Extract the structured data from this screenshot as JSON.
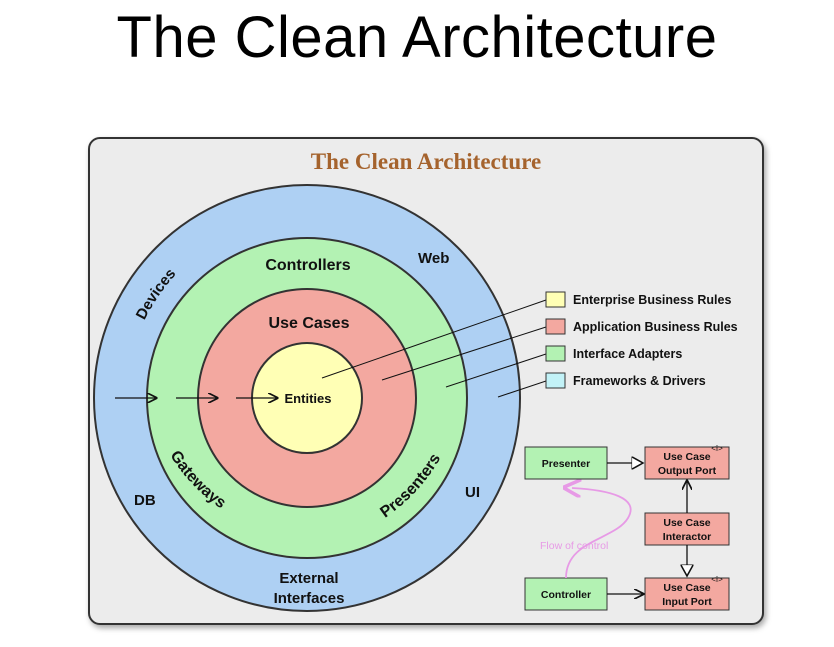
{
  "slide_title": "The Clean Architecture",
  "diagram": {
    "title": "The Clean Architecture",
    "layers": {
      "outer": {
        "labels": [
          "Devices",
          "Web",
          "DB",
          "UI",
          "External",
          "Interfaces"
        ],
        "color": "#aed0f3"
      },
      "adapters": {
        "labels": [
          "Controllers",
          "Gateways",
          "Presenters"
        ],
        "color": "#b3f2b3"
      },
      "use_cases": {
        "label": "Use Cases",
        "color": "#f3a8a0"
      },
      "entities": {
        "label": "Entities",
        "color": "#ffffb5"
      }
    },
    "legend": [
      {
        "label": "Enterprise Business Rules",
        "color": "#ffffb5"
      },
      {
        "label": "Application Business Rules",
        "color": "#f3a8a0"
      },
      {
        "label": "Interface Adapters",
        "color": "#b3f2b3"
      },
      {
        "label": "Frameworks & Drivers",
        "color": "#c2f2f7"
      }
    ],
    "flow": {
      "presenter": "Presenter",
      "controller": "Controller",
      "output_port": [
        "Use Case",
        "Output Port"
      ],
      "interactor": [
        "Use Case",
        "Interactor"
      ],
      "input_port": [
        "Use Case",
        "Input Port"
      ],
      "interface_marker": "<I>",
      "flow_of_control": "Flow of control"
    }
  }
}
